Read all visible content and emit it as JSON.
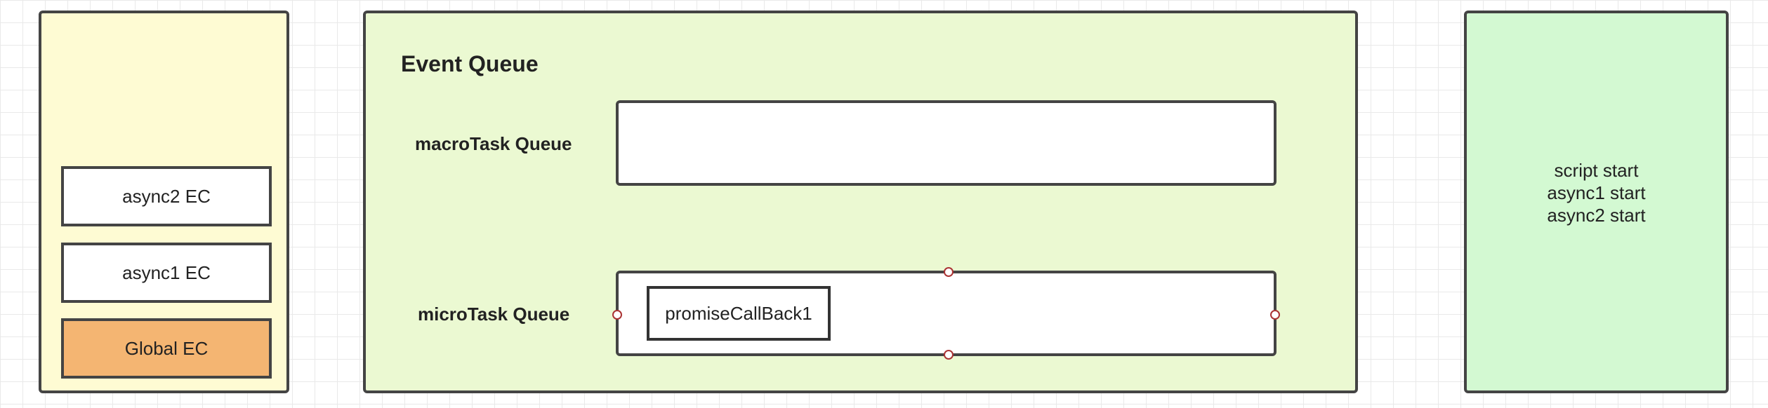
{
  "call_stack": {
    "items": [
      "async2 EC",
      "async1 EC",
      "Global EC"
    ]
  },
  "event_queue": {
    "title": "Event Queue",
    "macro_label": "macroTask Queue",
    "micro_label": "microTask Queue",
    "micro_items": [
      "promiseCallBack1"
    ]
  },
  "console": {
    "lines": [
      "script start",
      "async1 start",
      "async2 start"
    ]
  },
  "colors": {
    "call_stack_bg": "#fefbd3",
    "event_queue_bg": "#ebf9d2",
    "console_bg": "#d3f9d2",
    "global_ec_bg": "#f4b572",
    "handle_border": "#aa3333"
  }
}
